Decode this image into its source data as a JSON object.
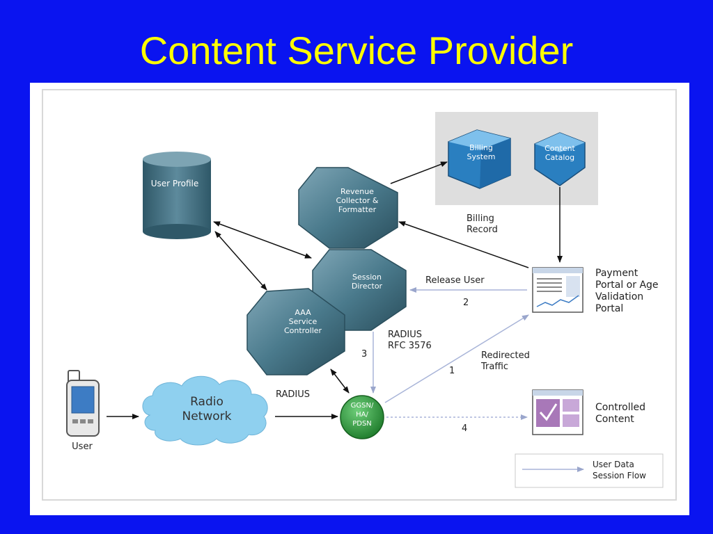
{
  "title": "Content Service Provider",
  "nodes": {
    "user_profile": "User Profile",
    "revenue": [
      "Revenue",
      "Collector &",
      "Formatter"
    ],
    "session": [
      "Session",
      "Director"
    ],
    "aaa": [
      "AAA",
      "Service",
      "Controller"
    ],
    "billing": [
      "Billing",
      "System"
    ],
    "catalog": [
      "Content",
      "Catalog"
    ],
    "ggsn": [
      "GGSN/",
      "HA/",
      "PDSN"
    ],
    "radio": [
      "Radio",
      "Network"
    ],
    "user": "User",
    "payment": [
      "Payment",
      "Portal or Age",
      "Validation",
      "Portal"
    ],
    "controlled": [
      "Controlled",
      "Content"
    ]
  },
  "labels": {
    "billing_record": [
      "Billing",
      "Record"
    ],
    "release_user": "Release User",
    "radius_rfc": [
      "RADIUS",
      "RFC 3576"
    ],
    "redirected": [
      "Redirected",
      "Traffic"
    ],
    "radius": "RADIUS",
    "step1": "1",
    "step2": "2",
    "step3": "3",
    "step4": "4"
  },
  "legend": [
    "User Data",
    "Session Flow"
  ],
  "colors": {
    "background": "#0a14f0",
    "title": "#ffff00",
    "hex_node": "#3e6e80",
    "cube": "#2f8fc8",
    "ggsn": "#2e9e3e",
    "cloud": "#8fd0ef",
    "flow": "#a8b4d8"
  }
}
